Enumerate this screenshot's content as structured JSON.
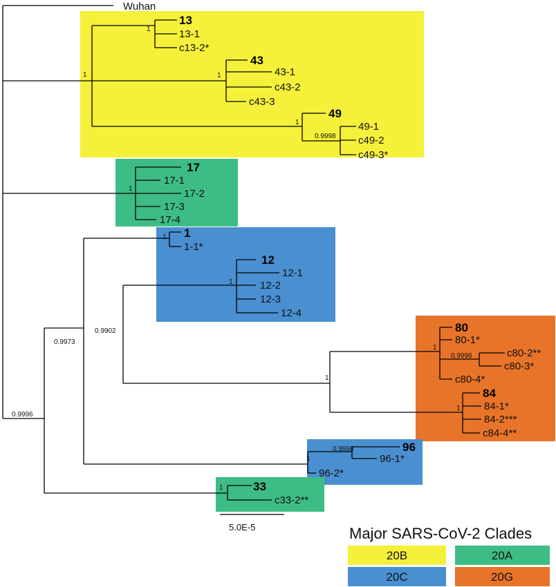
{
  "root_label": "Wuhan",
  "clades": {
    "20B": {
      "label": "20B",
      "color": "#f5f03a"
    },
    "20A": {
      "label": "20A",
      "color": "#3dbd85"
    },
    "20C": {
      "label": "20C",
      "color": "#4a8fd0"
    },
    "20G": {
      "label": "20G",
      "color": "#e8742a"
    }
  },
  "legend": {
    "title": "Major SARS-CoV-2 Clades",
    "items": [
      {
        "label": "20B",
        "color": "#f5f03a"
      },
      {
        "label": "20A",
        "color": "#3dbd85"
      },
      {
        "label": "20C",
        "color": "#4a8fd0"
      },
      {
        "label": "20G",
        "color": "#e8742a"
      }
    ]
  },
  "scale_bar": {
    "label": "5.0E-5"
  },
  "groups": [
    {
      "id": "13",
      "clade": "20B",
      "tips": [
        "13",
        "13-1",
        "c13-2*"
      ],
      "support": "1"
    },
    {
      "id": "43",
      "clade": "20B",
      "tips": [
        "43",
        "43-1",
        "c43-2",
        "c43-3"
      ],
      "support": "1"
    },
    {
      "id": "49",
      "clade": "20B",
      "tips": [
        "49",
        "49-1",
        "c49-2",
        "c49-3*"
      ],
      "support": "1",
      "inner_support": "0.9998"
    },
    {
      "id": "17",
      "clade": "20A",
      "tips": [
        "17",
        "17-1",
        "17-2",
        "17-3",
        "17-4"
      ],
      "support": "1"
    },
    {
      "id": "1",
      "clade": "20C",
      "tips": [
        "1",
        "1-1*"
      ],
      "support": "1"
    },
    {
      "id": "12",
      "clade": "20C",
      "tips": [
        "12",
        "12-1",
        "12-2",
        "12-3",
        "12-4"
      ],
      "support": "1"
    },
    {
      "id": "80",
      "clade": "20G",
      "tips": [
        "80",
        "80-1*",
        "c80-2**",
        "c80-3*",
        "c80-4*"
      ],
      "support": "1",
      "inner_support": "0.9996"
    },
    {
      "id": "84",
      "clade": "20G",
      "tips": [
        "84",
        "84-1*",
        "84-2***",
        "c84-4**"
      ],
      "support": "1"
    },
    {
      "id": "96",
      "clade": "20C",
      "tips": [
        "96",
        "96-1*",
        "96-2*"
      ],
      "support": "1",
      "inner_support": "0.9998"
    },
    {
      "id": "33",
      "clade": "20A",
      "tips": [
        "33",
        "c33-2**"
      ],
      "support": "1"
    }
  ],
  "internal_supports": {
    "b20": "1",
    "g80_84": "1",
    "n_1_12_80": "0.9902",
    "n_c_96": "0.9973",
    "n_root_33": "0.9996"
  }
}
